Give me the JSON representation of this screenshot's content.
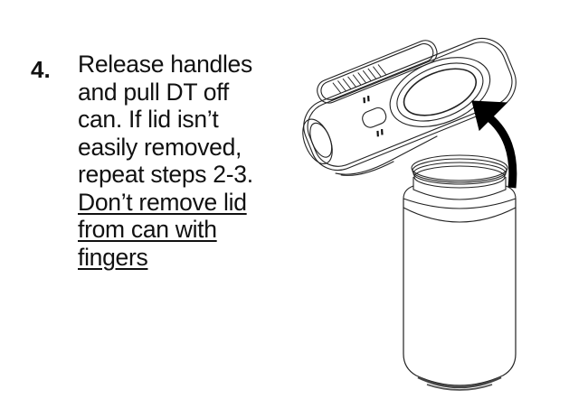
{
  "step": {
    "number": "4.",
    "lines": [
      "Release handles",
      "and pull DT off",
      "can. If lid isn’t",
      "easily removed,",
      "repeat steps 2-3."
    ],
    "warning_lines": [
      "Don’t remove lid",
      "from can with",
      "fingers"
    ]
  },
  "illustration": {
    "objects": [
      "device-lid-opener",
      "arrow-up",
      "can"
    ],
    "line_color": "#222222",
    "arrow_color": "#000000"
  }
}
